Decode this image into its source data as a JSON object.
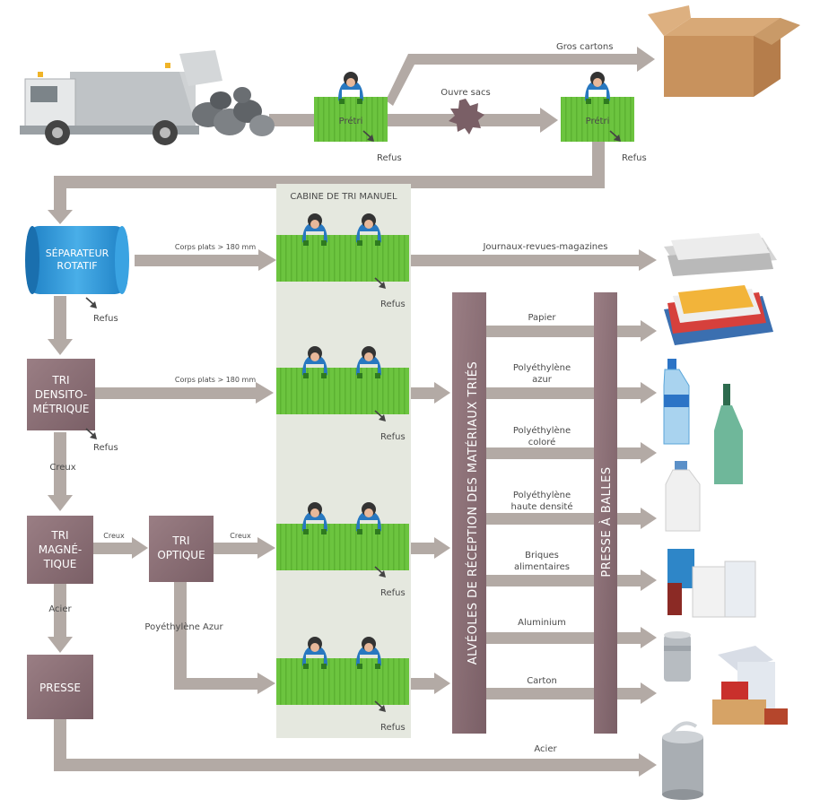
{
  "colors": {
    "arrow": "#b3aaa5",
    "box": "#8c7177",
    "belt": "#6cc43f",
    "belt_dark": "#4f9e2c",
    "cabin": "#e5e8df",
    "separator": "#2f97da",
    "worker": "#2878c0"
  },
  "labels": {
    "gros_cartons": "Gros cartons",
    "ouvre_sacs": "Ouvre sacs",
    "pretri_1": "Prétri",
    "pretri_2": "Prétri",
    "refus_1": "Refus",
    "refus_2": "Refus",
    "cabine": "CABINE DE TRI MANUEL",
    "separateur_line1": "SÉPARATEUR",
    "separateur_line2": "ROTATIF",
    "corps_plats_1": "Corps plats > 180 mm",
    "corps_plats_2": "Corps plats > 180 mm",
    "refus_sep": "Refus",
    "refus_cab1": "Refus",
    "refus_cab2": "Refus",
    "refus_cab3": "Refus",
    "refus_cab4": "Refus",
    "refus_tri_dens": "Refus",
    "journaux": "Journaux-revues-magazines",
    "tri_dens_line1": "TRI",
    "tri_dens_line2": "DENSITO-",
    "tri_dens_line3": "MÉTRIQUE",
    "creux_1": "Creux",
    "creux_2": "Creux",
    "creux_3": "Creux",
    "tri_mag_line1": "TRI",
    "tri_mag_line2": "MAGNÉ-",
    "tri_mag_line3": "TIQUE",
    "tri_opt_line1": "TRI",
    "tri_opt_line2": "OPTIQUE",
    "acier_1": "Acier",
    "acier_2": "Acier",
    "poly_azur": "Poyéthylène Azur",
    "presse": "PRESSE",
    "alveoles": "ALVÉOLES DE RÉCEPTION DES MATÉRIAUX TRIÉS",
    "presse_balles": "PRESSE À BALLES",
    "papier": "Papier",
    "pe_azur_1": "Polyéthylène",
    "pe_azur_2": "azur",
    "pe_colore_1": "Polyéthylène",
    "pe_colore_2": "coloré",
    "pehd_1": "Polyéthylène",
    "pehd_2": "haute densité",
    "briques_1": "Briques",
    "briques_2": "alimentaires",
    "aluminium": "Aluminium",
    "carton": "Carton"
  },
  "icons": {
    "truck": "garbage-truck-icon",
    "bags": "trash-bags-icon",
    "worker": "sorting-worker-icon",
    "bag_opener": "bag-opener-gear-icon",
    "box": "cardboard-box-icon",
    "newspapers": "newspapers-icon",
    "magazines": "magazines-icon",
    "bottle_blue": "blue-water-bottle-icon",
    "bottle_green": "green-bottle-icon",
    "bottle_milk": "milk-bottle-icon",
    "cartons": "food-cartons-icon",
    "can": "aluminium-can-icon",
    "boxes": "cardboard-packaging-icon",
    "steel_can": "steel-can-icon"
  }
}
